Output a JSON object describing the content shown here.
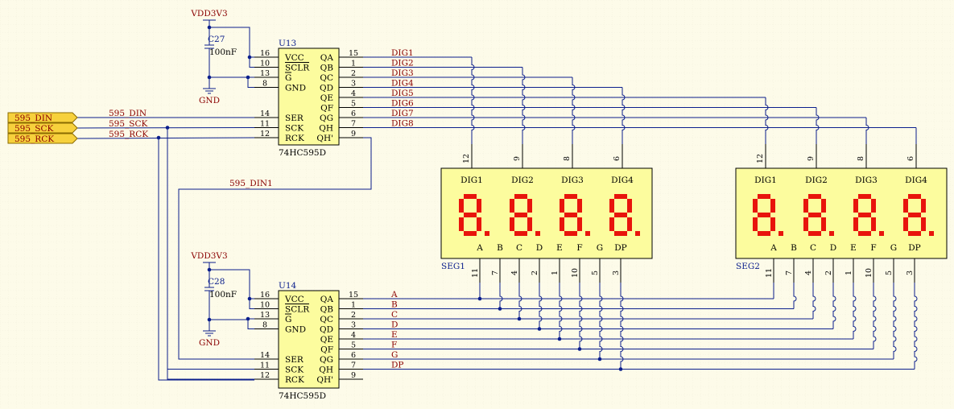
{
  "power": {
    "vdd": "VDD3V3",
    "gnd": "GND"
  },
  "chips": [
    {
      "ref": "U13",
      "part": "74HC595D",
      "cap_ref": "C27",
      "cap_val": "100nF",
      "left_pins": [
        {
          "num": "16",
          "name": "VCC"
        },
        {
          "num": "10",
          "name": "SCLR"
        },
        {
          "num": "13",
          "name": "G"
        },
        {
          "num": "8",
          "name": "GND"
        },
        {
          "num": "14",
          "name": "SER"
        },
        {
          "num": "11",
          "name": "SCK"
        },
        {
          "num": "12",
          "name": "RCK"
        }
      ],
      "right_pins": [
        {
          "num": "15",
          "name": "QA"
        },
        {
          "num": "1",
          "name": "QB"
        },
        {
          "num": "2",
          "name": "QC"
        },
        {
          "num": "3",
          "name": "QD"
        },
        {
          "num": "4",
          "name": "QE"
        },
        {
          "num": "5",
          "name": "QF"
        },
        {
          "num": "6",
          "name": "QG"
        },
        {
          "num": "7",
          "name": "QH"
        },
        {
          "num": "9",
          "name": "QH'"
        }
      ],
      "nets": [
        "DIG1",
        "DIG2",
        "DIG3",
        "DIG4",
        "DIG5",
        "DIG6",
        "DIG7",
        "DIG8"
      ]
    },
    {
      "ref": "U14",
      "part": "74HC595D",
      "cap_ref": "C28",
      "cap_val": "100nF",
      "left_pins": [
        {
          "num": "16",
          "name": "VCC"
        },
        {
          "num": "10",
          "name": "SCLR"
        },
        {
          "num": "13",
          "name": "G"
        },
        {
          "num": "8",
          "name": "GND"
        },
        {
          "num": "14",
          "name": "SER"
        },
        {
          "num": "11",
          "name": "SCK"
        },
        {
          "num": "12",
          "name": "RCK"
        }
      ],
      "right_pins": [
        {
          "num": "15",
          "name": "QA"
        },
        {
          "num": "1",
          "name": "QB"
        },
        {
          "num": "2",
          "name": "QC"
        },
        {
          "num": "3",
          "name": "QD"
        },
        {
          "num": "4",
          "name": "QE"
        },
        {
          "num": "5",
          "name": "QF"
        },
        {
          "num": "6",
          "name": "QG"
        },
        {
          "num": "7",
          "name": "QH"
        },
        {
          "num": "9",
          "name": "QH'"
        }
      ],
      "nets": [
        "A",
        "B",
        "C",
        "D",
        "E",
        "F",
        "G",
        "DP"
      ]
    }
  ],
  "ports": [
    "595_DIN",
    "595_SCK",
    "595_RCK"
  ],
  "chain_net": "595_DIN1",
  "displays": [
    {
      "ref": "SEG1",
      "digits": [
        "DIG1",
        "DIG2",
        "DIG3",
        "DIG4"
      ],
      "digit_pins": [
        "12",
        "9",
        "8",
        "6"
      ],
      "segments": [
        "A",
        "B",
        "C",
        "D",
        "E",
        "F",
        "G",
        "DP"
      ],
      "segment_pins": [
        "11",
        "7",
        "4",
        "2",
        "1",
        "10",
        "5",
        "3"
      ]
    },
    {
      "ref": "SEG2",
      "digits": [
        "DIG1",
        "DIG2",
        "DIG3",
        "DIG4"
      ],
      "digit_pins": [
        "12",
        "9",
        "8",
        "6"
      ],
      "segments": [
        "A",
        "B",
        "C",
        "D",
        "E",
        "F",
        "G",
        "DP"
      ],
      "segment_pins": [
        "11",
        "7",
        "4",
        "2",
        "1",
        "10",
        "5",
        "3"
      ]
    }
  ],
  "colors": {
    "wire": "#0a1e8c",
    "component_fill": "#fcfc9e",
    "port_fill": "#f7d13c",
    "segment": "#e8140c",
    "net_text": "#8a0000",
    "background": "#fdfbe9"
  }
}
